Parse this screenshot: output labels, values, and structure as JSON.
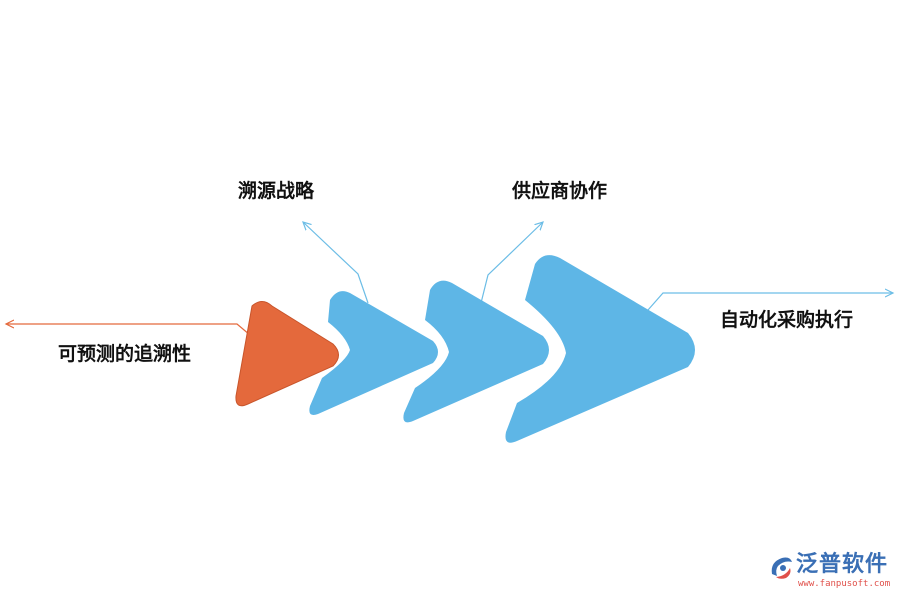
{
  "labels": {
    "sourcing_strategy": "溯源战略",
    "supplier_collaboration": "供应商协作",
    "automated_purchase": "自动化采购执行",
    "predictable_traceability": "可预测的追溯性"
  },
  "logo": {
    "name": "泛普软件",
    "url": "www.fanpusoft.com",
    "icon": "fanpu-logo-icon"
  },
  "colors": {
    "orange": "#E4693C",
    "blue": "#5EB6E6",
    "orange_line": "#E4693C",
    "blue_line": "#6CBDE6",
    "logo_blue": "#3A6FB5",
    "logo_red": "#E0504A"
  }
}
